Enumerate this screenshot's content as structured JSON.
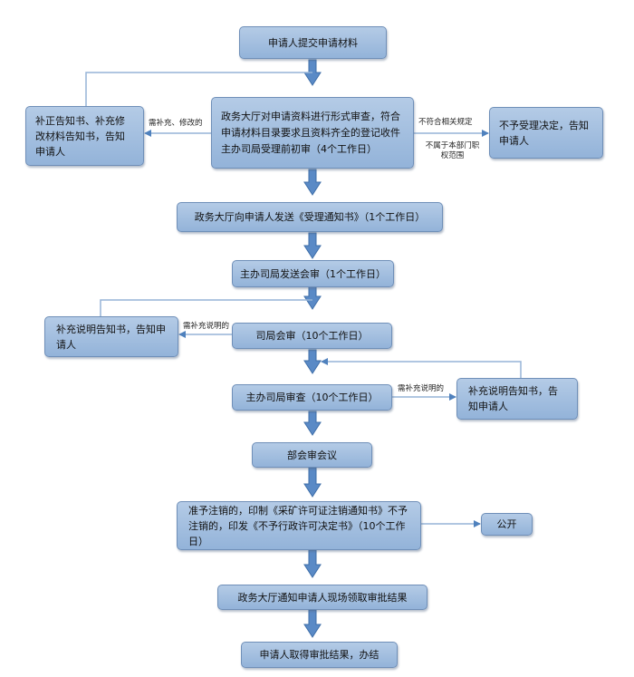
{
  "nodes": {
    "submit": "申请人提交申请材料",
    "formal_review": "政务大厅对申请资料进行形式审查，符合申请材料目录要求且资料齐全的登记收件主办司局受理前初审（4个工作日）",
    "correction_notice": "补正告知书、补充修改材料告知书，告知申请人",
    "not_accepted": "不予受理决定，告知申请人",
    "acceptance_notice": "政务大厅向申请人发送《受理通知书》（1个工作日）",
    "send_joint_review": "主办司局发送会审（1个工作日）",
    "supplement_notice_left": "补充说明告知书，告知申请人",
    "bureau_joint_review": "司局会审（10个工作日）",
    "lead_bureau_review": "主办司局审查（10个工作日）",
    "supplement_notice_right": "补充说明告知书，告知申请人",
    "ministry_meeting": "部会审会议",
    "decision": "准予注销的，印制《采矿许可证注销通知书》不予注销的，印发《不予行政许可决定书》（10个工作日）",
    "publicize": "公开",
    "notify_collect": "政务大厅通知申请人现场领取审批结果",
    "obtain_result": "申请人取得审批结果，办结"
  },
  "labels": {
    "need_correction": "需补充、修改的",
    "not_compliant": "不符合相关规定",
    "out_of_scope": "不属于本部门职\n权范围",
    "need_explanation_left": "需补充说明的",
    "need_explanation_right": "需补充说明的"
  },
  "colors": {
    "box_fill_top": "#b4cbe6",
    "box_fill_bottom": "#93b3d9",
    "box_border": "#6f8fb8",
    "arrow": "#4f81bd",
    "connector": "#95b3d7"
  }
}
